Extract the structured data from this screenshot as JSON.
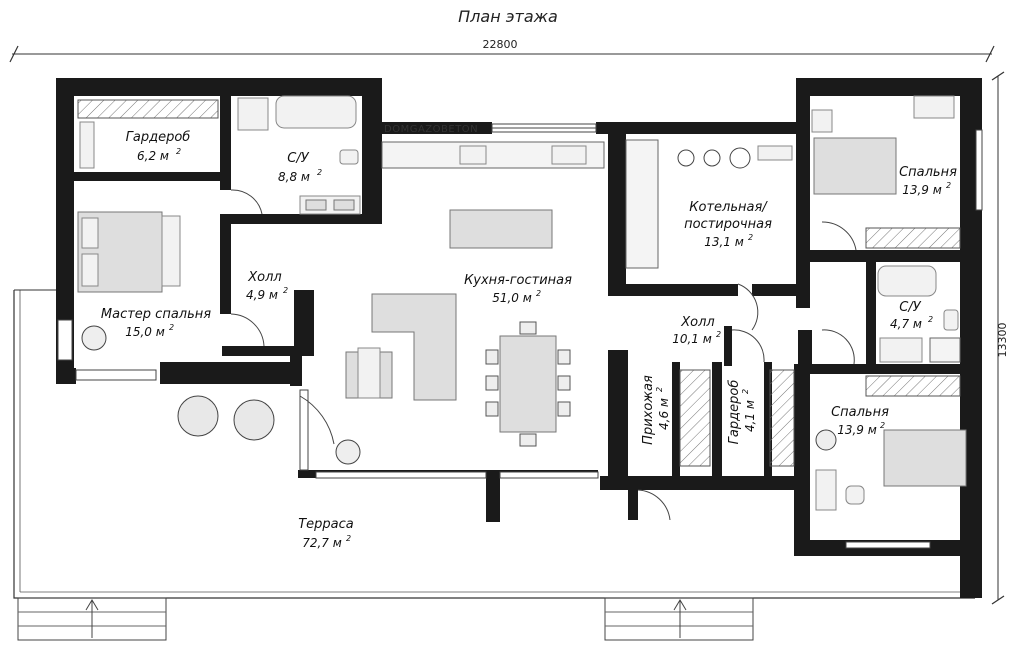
{
  "title": "План этажа",
  "brand": "DOMGAZOBETON",
  "dimensions": {
    "width": "22800",
    "height": "13300"
  },
  "rooms": {
    "wardrobe_1": {
      "name": "Гардероб",
      "area": "6,2 м",
      "unit_power": "2"
    },
    "bathroom_1": {
      "name": "С/У",
      "area": "8,8 м",
      "unit_power": "2"
    },
    "master_bedroom": {
      "name": "Мастер спальня",
      "area": "15,0 м",
      "unit_power": "2"
    },
    "hall_1": {
      "name": "Холл",
      "area": "4,9 м",
      "unit_power": "2"
    },
    "kitchen_living": {
      "name": "Кухня-гостиная",
      "area": "51,0 м",
      "unit_power": "2"
    },
    "boiler_room": {
      "name": "Котельная/",
      "name2": "постирочная",
      "area": "13,1 м",
      "unit_power": "2"
    },
    "hall_2": {
      "name": "Холл",
      "area": "10,1 м",
      "unit_power": "2"
    },
    "bedroom_1": {
      "name": "Спальня",
      "area": "13,9 м",
      "unit_power": "2"
    },
    "bathroom_2": {
      "name": "С/У",
      "area": "4,7 м",
      "unit_power": "2"
    },
    "bedroom_2": {
      "name": "Спальня",
      "area": "13,9 м",
      "unit_power": "2"
    },
    "entrance": {
      "name": "Прихожая",
      "area": "4,6 м",
      "unit_power": "2"
    },
    "wardrobe_2": {
      "name": "Гардероб",
      "area": "4,1 м",
      "unit_power": "2"
    },
    "terrace": {
      "name": "Терраса",
      "area": "72,7 м",
      "unit_power": "2"
    }
  },
  "colors": {
    "wall": "#1a1a1a",
    "furniture": "#dedede",
    "background": "#ffffff"
  }
}
